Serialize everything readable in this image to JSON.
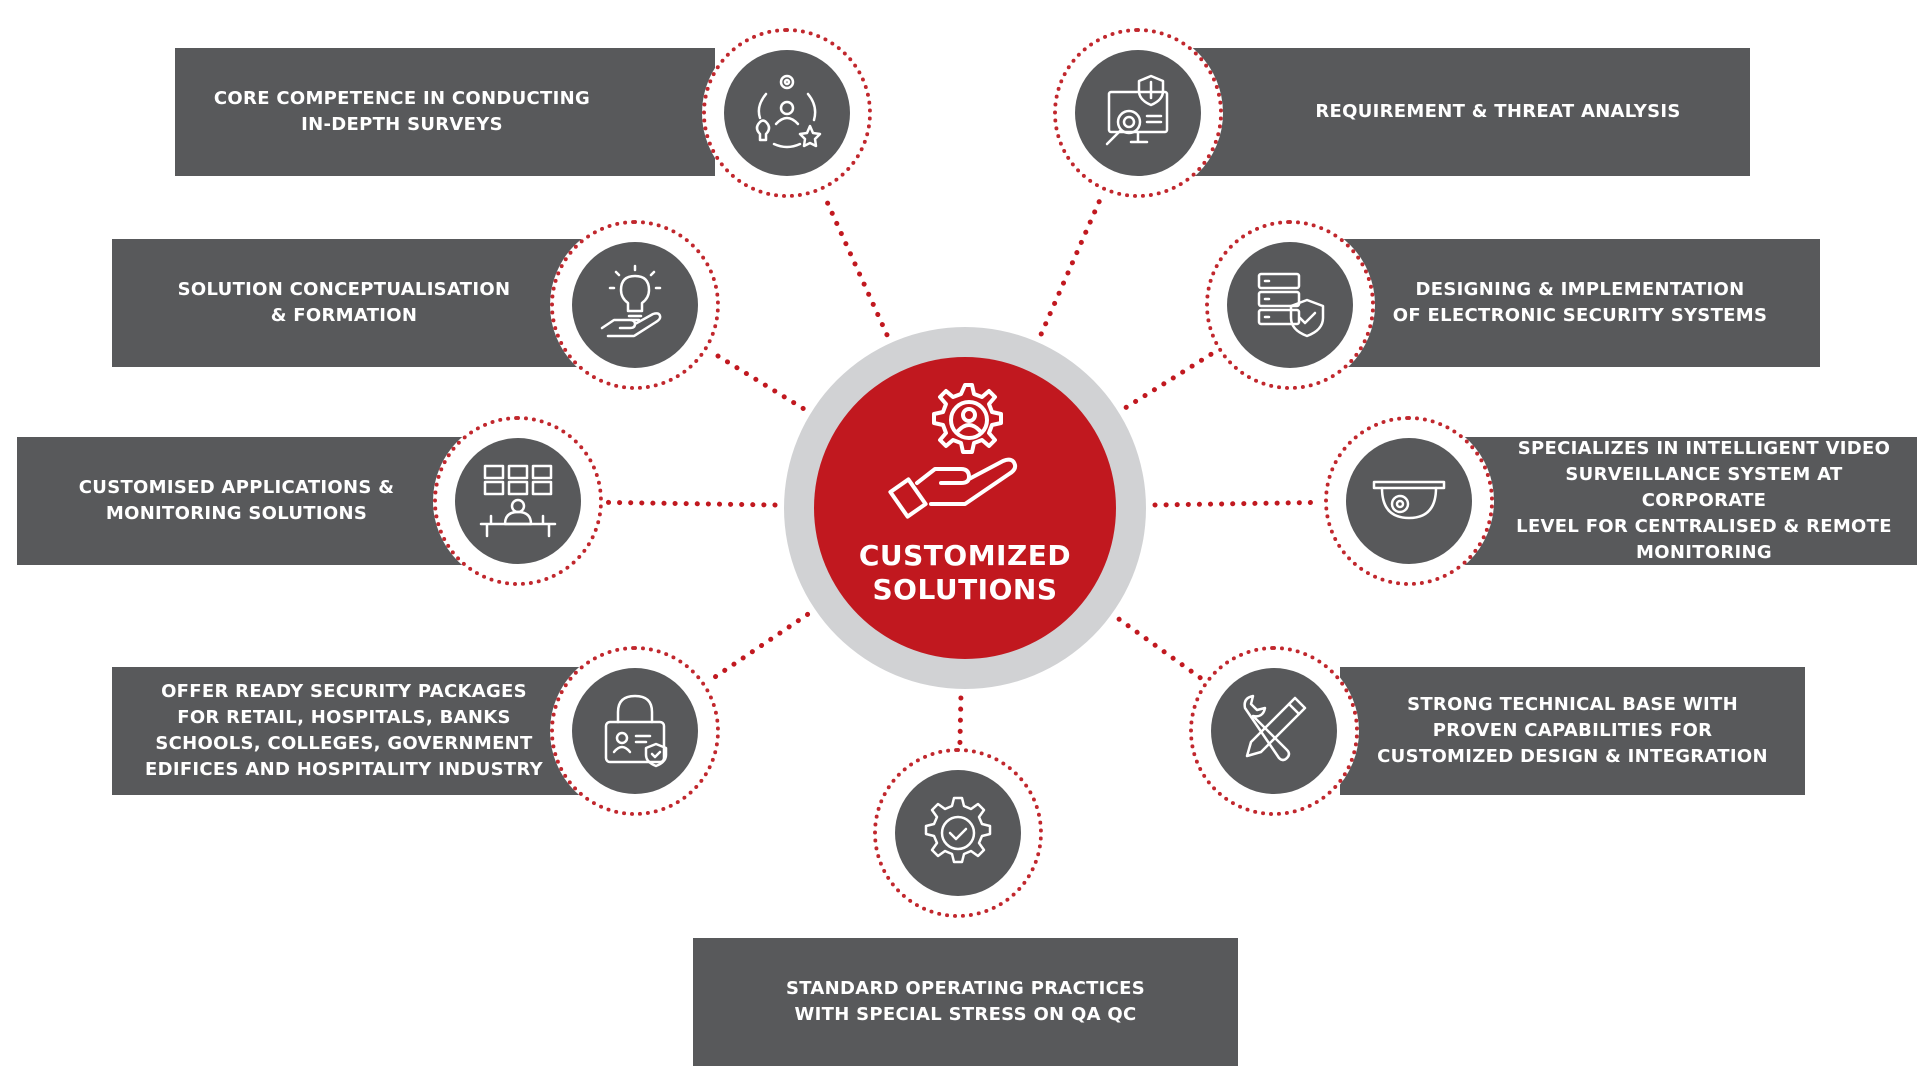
{
  "hub": {
    "title": "CUSTOMIZED\nSOLUTIONS",
    "icon": "hand-gear-person-icon"
  },
  "colors": {
    "accent": "#c1181f",
    "box": "#58595b",
    "ring": "#d1d2d4"
  },
  "items": [
    {
      "id": "surveys",
      "label": "CORE COMPETENCE IN CONDUCTING\nIN-DEPTH SURVEYS",
      "icon": "survey-cycle-icon"
    },
    {
      "id": "threat",
      "label": "REQUIREMENT & THREAT ANALYSIS",
      "icon": "threat-analysis-icon"
    },
    {
      "id": "conceptualisation",
      "label": "SOLUTION CONCEPTUALISATION\n& FORMATION",
      "icon": "lightbulb-hand-icon"
    },
    {
      "id": "designing",
      "label": "DESIGNING & IMPLEMENTATION\nOF ELECTRONIC SECURITY SYSTEMS",
      "icon": "server-shield-icon"
    },
    {
      "id": "applications",
      "label": "CUSTOMISED APPLICATIONS &\nMONITORING SOLUTIONS",
      "icon": "monitoring-room-icon"
    },
    {
      "id": "video",
      "label": "SPECIALIZES IN INTELLIGENT VIDEO\nSURVEILLANCE SYSTEM AT CORPORATE\nLEVEL FOR CENTRALISED & REMOTE\nMONITORING",
      "icon": "dome-camera-icon"
    },
    {
      "id": "packages",
      "label": "OFFER READY SECURITY PACKAGES\nFOR RETAIL, HOSPITALS, BANKS\nSCHOOLS, COLLEGES, GOVERNMENT\nEDIFICES AND HOSPITALITY INDUSTRY",
      "icon": "lock-id-icon"
    },
    {
      "id": "technical",
      "label": "STRONG TECHNICAL BASE WITH\nPROVEN CAPABILITIES FOR\nCUSTOMIZED DESIGN & INTEGRATION",
      "icon": "wrench-pencil-icon"
    },
    {
      "id": "sop",
      "label": "STANDARD OPERATING PRACTICES\nWITH SPECIAL STRESS ON QA QC",
      "icon": "gear-check-icon"
    }
  ]
}
